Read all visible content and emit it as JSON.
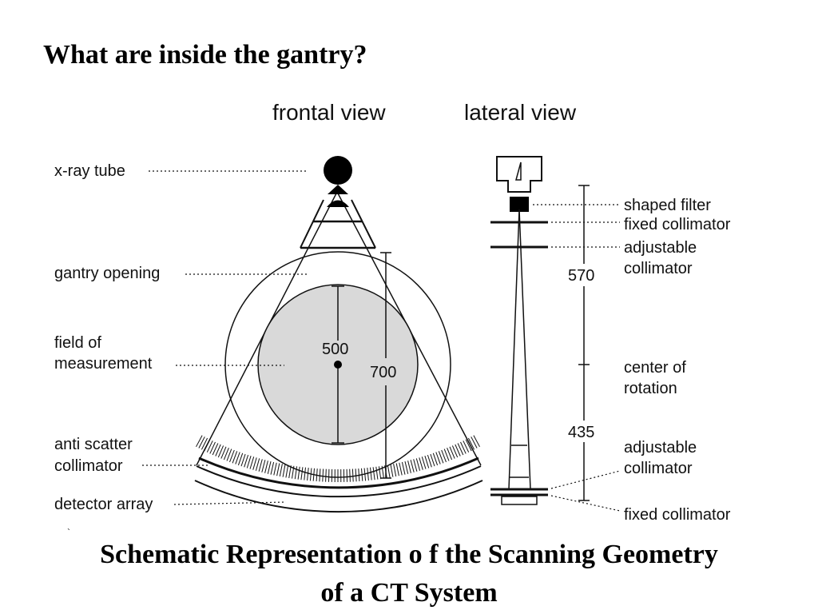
{
  "title": "What are inside the gantry?",
  "views": {
    "frontal": "frontal view",
    "lateral": "lateral view"
  },
  "labels": {
    "xray_tube": "x-ray tube",
    "gantry_opening": "gantry opening",
    "field_of_measurement": [
      "field of",
      "measurement"
    ],
    "anti_scatter_collimator": [
      "anti scatter",
      "collimator"
    ],
    "detector_array": "detector array",
    "shaped_filter": "shaped filter",
    "fixed_collimator_top": "fixed collimator",
    "adjustable_collimator_top": [
      "adjustable",
      "collimator"
    ],
    "center_of_rotation": [
      "center of",
      "rotation"
    ],
    "adjustable_collimator_bottom": [
      "adjustable",
      "collimator"
    ],
    "fixed_collimator_bottom": "fixed collimator"
  },
  "dimensions": {
    "field_diameter": "500",
    "gantry_diameter": "700",
    "source_to_center": "570",
    "center_to_detector": "435"
  },
  "stray_mark": "`",
  "caption": {
    "line1": "Schematic Representation o f the Scanning Geometry",
    "line2": "of a CT System"
  }
}
